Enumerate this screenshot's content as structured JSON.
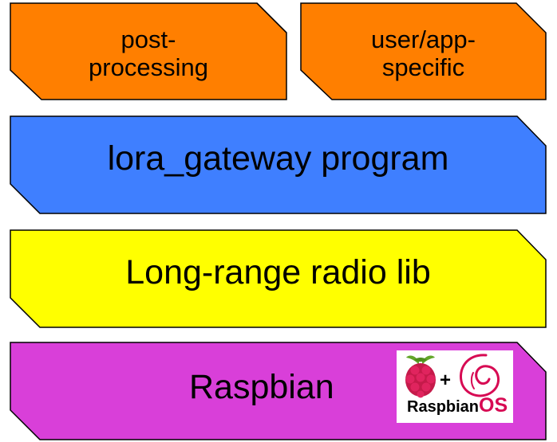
{
  "blocks": {
    "post_processing": {
      "line1": "post-",
      "line2": "processing",
      "fill": "#ff7f00"
    },
    "user_app": {
      "line1": "user/app-",
      "line2": "specific",
      "fill": "#ff7f00"
    },
    "lora_gateway": {
      "label": "lora_gateway program",
      "fill": "#3f7fff"
    },
    "radio_lib": {
      "label": "Long-range radio lib",
      "fill": "#ffff00"
    },
    "raspbian": {
      "label": "Raspbian",
      "fill": "#d93fd9"
    }
  },
  "logo": {
    "plus": "+",
    "text": "Raspbian",
    "os": "OS",
    "icon_names": [
      "raspberry-icon",
      "debian-swirl-icon"
    ]
  }
}
